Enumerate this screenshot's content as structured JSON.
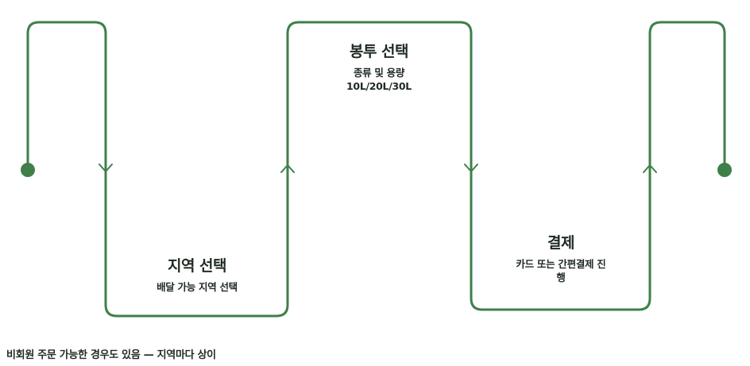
{
  "colors": {
    "line": "#3f7f4a",
    "text": "#1f2a22",
    "background": "#ffffff"
  },
  "steps": [
    {
      "title": "지역 선택",
      "subtitle_lines": [
        "배달 가능 지역 선택"
      ]
    },
    {
      "title": "봉투 선택",
      "subtitle_lines": [
        "종류 및 용량",
        "10L/20L/30L"
      ]
    },
    {
      "title": "결제",
      "subtitle_lines": [
        "카드 또는 간편결제 진",
        "행"
      ]
    }
  ],
  "footnote": "비회원 주문 가능한 경우도 있음 — 지역마다 상이"
}
